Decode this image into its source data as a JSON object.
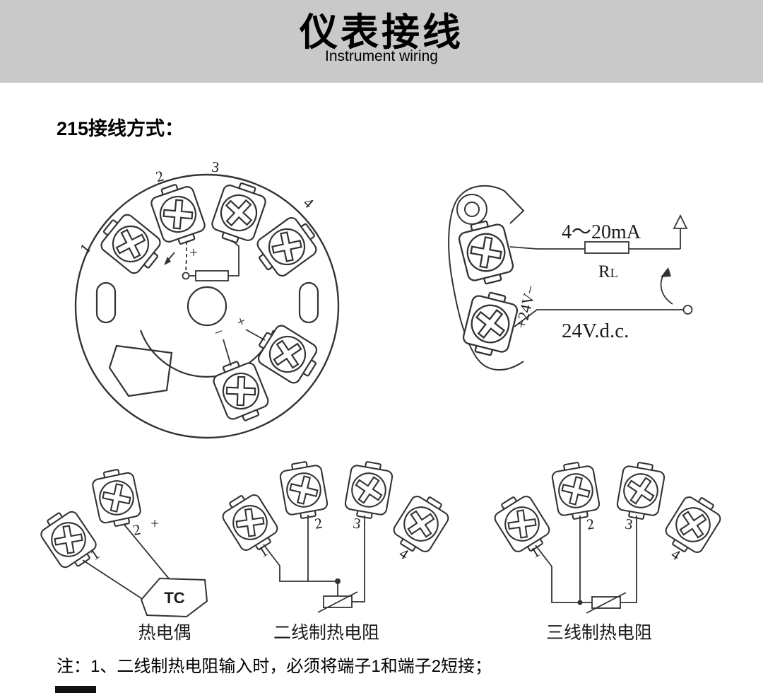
{
  "header": {
    "title": "仪表接线",
    "subtitle": "Instrument wiring"
  },
  "section_label": "215接线方式：",
  "head_diagram": {
    "terminal_numbers": [
      "1",
      "2",
      "3",
      "4"
    ],
    "plus": "+",
    "minus": "−",
    "sense_plus": "+"
  },
  "loop_diagram": {
    "current_range": "4～20mA",
    "rl_r": "R",
    "rl_l": "L",
    "supply_rotated": "+24V−",
    "supply": "24V.d.c."
  },
  "sensor_diagrams": {
    "tc": {
      "t1": "1",
      "t2": "2",
      "plus": "+",
      "tag": "TC",
      "caption": "热电偶"
    },
    "rtd2": {
      "t1": "1",
      "t2": "2",
      "t3": "3",
      "t4": "4",
      "caption": "二线制热电阻"
    },
    "rtd3": {
      "t1": "1",
      "t2": "2",
      "t3": "3",
      "t4": "4",
      "caption": "三线制热电阻"
    }
  },
  "note": "注：1、二线制热电阻输入时，必须将端子1和端子2短接；"
}
